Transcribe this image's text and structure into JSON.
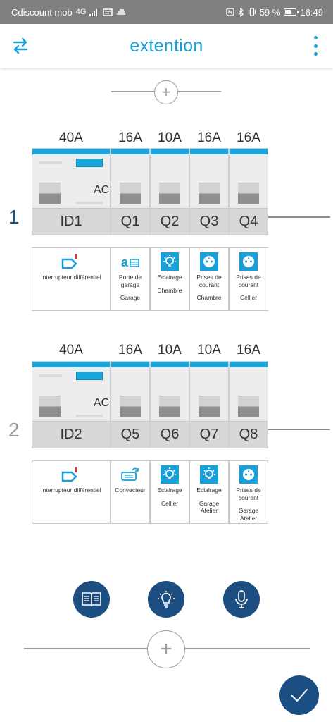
{
  "status_bar": {
    "carrier": "Cdiscount mob",
    "network": "4G",
    "battery": "59 %",
    "battery_level": 0.59,
    "time": "16:49"
  },
  "app_bar": {
    "title": "extention",
    "left_icon": "swap-arrows-icon",
    "right_icon": "more-vertical-icon"
  },
  "rows": [
    {
      "number": "1",
      "amps": [
        "40A",
        "16A",
        "10A",
        "16A",
        "16A"
      ],
      "differential": {
        "label": "ID1",
        "type": "AC"
      },
      "breakers": [
        "Q1",
        "Q2",
        "Q3",
        "Q4"
      ],
      "cards": [
        {
          "icon": "differential-switch-icon",
          "name": "Interrupteur différentiel",
          "room": ""
        },
        {
          "icon": "garage-door-icon",
          "name": "Porte de garage",
          "room": "Garage"
        },
        {
          "icon": "lighting-icon",
          "name": "Eclairage",
          "room": "Chambre"
        },
        {
          "icon": "power-outlet-icon",
          "name": "Prises de courant",
          "room": "Chambre"
        },
        {
          "icon": "power-outlet-icon",
          "name": "Prises de courant",
          "room": "Cellier"
        }
      ]
    },
    {
      "number": "2",
      "amps": [
        "40A",
        "16A",
        "10A",
        "10A",
        "16A"
      ],
      "differential": {
        "label": "ID2",
        "type": "AC"
      },
      "breakers": [
        "Q5",
        "Q6",
        "Q7",
        "Q8"
      ],
      "cards": [
        {
          "icon": "differential-switch-icon",
          "name": "Interrupteur différentiel",
          "room": ""
        },
        {
          "icon": "convector-heater-icon",
          "name": "Convecteur",
          "room": ""
        },
        {
          "icon": "lighting-icon",
          "name": "Eclairage",
          "room": "Cellier"
        },
        {
          "icon": "lighting-icon",
          "name": "Eclairage",
          "room": "Garage Atelier"
        },
        {
          "icon": "power-outlet-icon",
          "name": "Prises de courant",
          "room": "Garage Atelier"
        }
      ]
    }
  ],
  "actions": {
    "add_top": "+",
    "add_bottom": "+",
    "buttons": [
      "book-icon",
      "lightbulb-icon",
      "microphone-icon"
    ],
    "confirm": "check-icon"
  },
  "colors": {
    "accent": "#1aa0d8",
    "dark_blue": "#1d4e82",
    "breaker_band": "#1ba6dc"
  }
}
